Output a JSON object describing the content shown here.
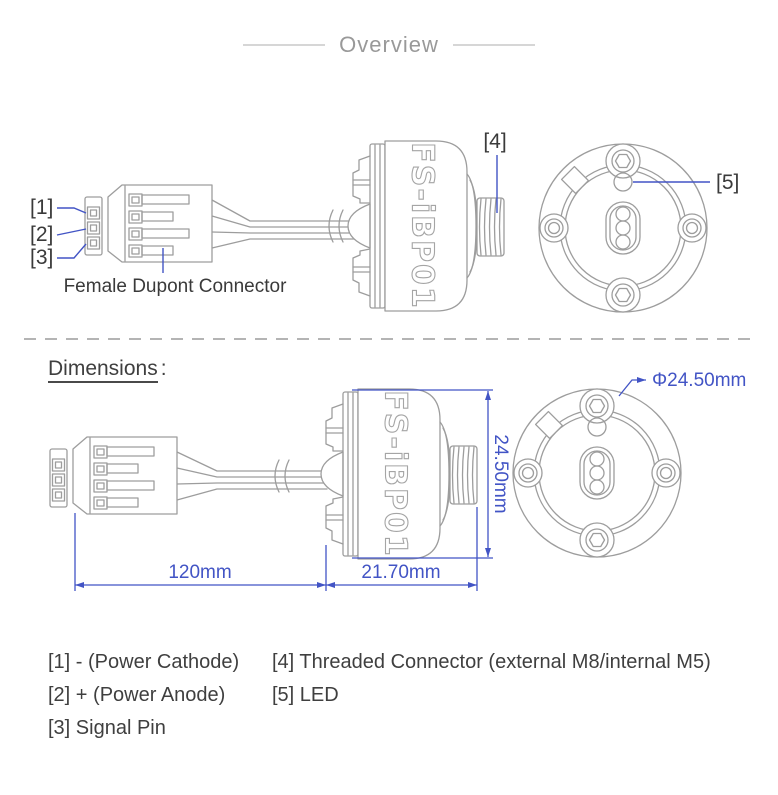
{
  "header": {
    "title": "Overview"
  },
  "overview": {
    "callouts": {
      "c1": "[1]",
      "c2": "[2]",
      "c3": "[3]",
      "c4": "[4]",
      "c5": "[5]"
    },
    "connector_label": "Female Dupont Connector",
    "device_model": "FS-iBP01"
  },
  "dimensions": {
    "heading": "Dimensions",
    "heading_colon": ":",
    "device_model": "FS-iBP01",
    "diameter_label": "Φ24.50mm",
    "height_label": "24.50mm",
    "cable_length_label": "120mm",
    "body_length_label": "21.70mm"
  },
  "legend": {
    "items": [
      {
        "label": "[1] - (Power Cathode)"
      },
      {
        "label": "[2] + (Power Anode)"
      },
      {
        "label": "[3] Signal Pin"
      },
      {
        "label": "[4] Threaded Connector (external M8/internal M5)"
      },
      {
        "label": "[5] LED"
      }
    ]
  },
  "colors": {
    "accent_blue": "#4254c5",
    "drawing_gray": "#9d9d9d",
    "text_dark": "#3f3f3f",
    "title_gray": "#999999",
    "divider_gray": "#b4b4b4"
  }
}
